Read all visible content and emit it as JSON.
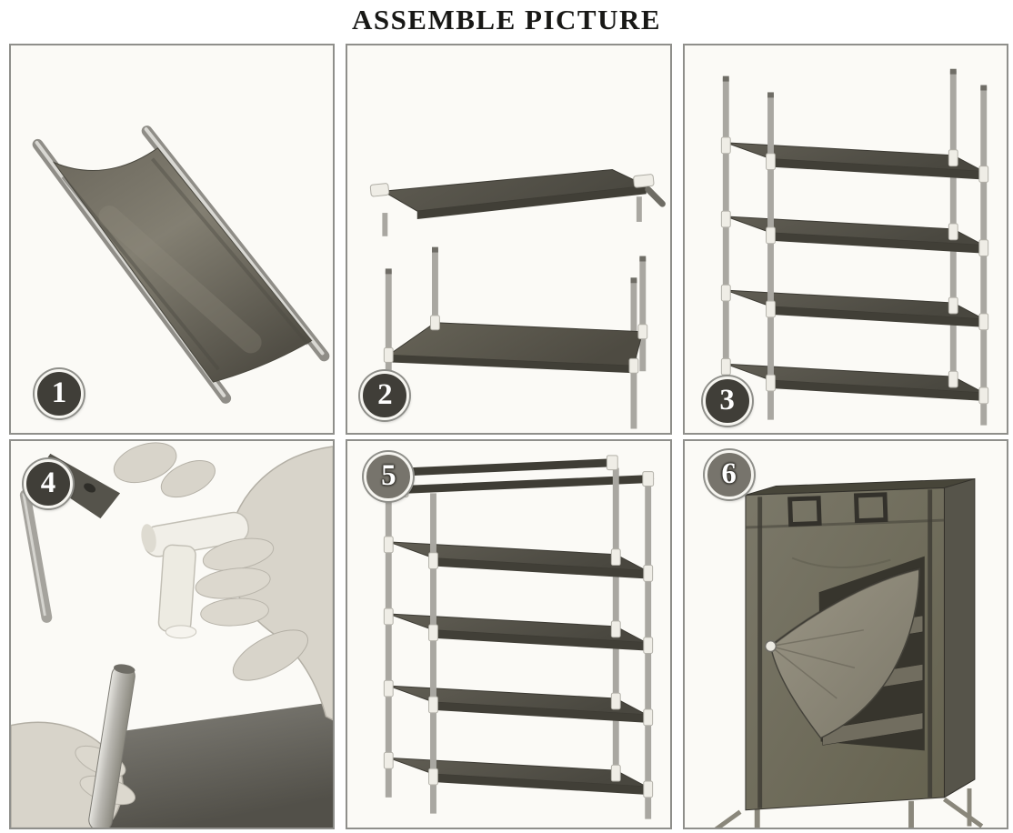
{
  "header": {
    "title": "ASSEMBLE PICTURE"
  },
  "steps": [
    {
      "number": "1",
      "illustration": "fabric-shelf-panel-with-two-side-tubes"
    },
    {
      "number": "2",
      "illustration": "second-tier-lowered-onto-base-tier"
    },
    {
      "number": "3",
      "illustration": "four-tier-rack-with-pole-extensions"
    },
    {
      "number": "4",
      "illustration": "hands-fitting-plastic-connector-onto-tube"
    },
    {
      "number": "5",
      "illustration": "completed-rack-with-top-rails"
    },
    {
      "number": "6",
      "illustration": "fabric-cover-installed-with-corner-flipped-open"
    }
  ],
  "colors": {
    "page_background": "#ffffff",
    "panel_background": "#fbfaf6",
    "panel_border": "#8f8f8b",
    "title_color": "#181816",
    "badge_dark": "#403e38",
    "badge_light": "#77746c",
    "badge_ring": "#f6f5f0",
    "badge_outer_ring": "#8f8f8a",
    "badge_number_color": "#ffffff",
    "fabric_dark": "#514e45",
    "fabric_mid": "#7c786c",
    "metal_tube": "#a9a7a1",
    "plastic_connector": "#efede6",
    "cover_olive": "#6f6c5f",
    "cover_flap_back": "#8b8778",
    "cover_interior": "#37352d",
    "hand_tone": "#d8d4ca",
    "table_gray": "#6e6c64"
  }
}
